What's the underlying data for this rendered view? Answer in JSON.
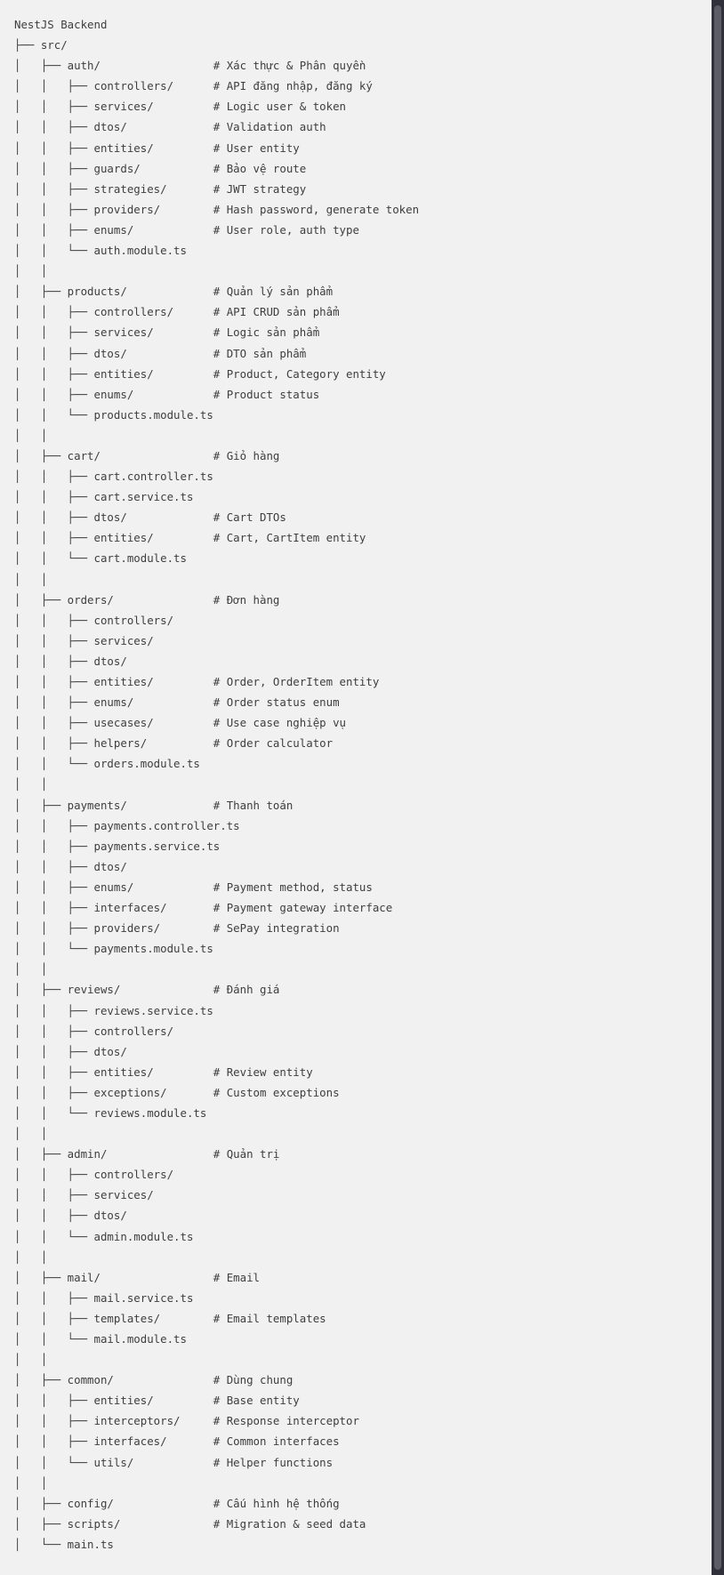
{
  "lines": [
    "NestJS Backend",
    "├── src/",
    "│   ├── auth/                 # Xác thực & Phân quyền",
    "│   │   ├── controllers/      # API đăng nhập, đăng ký",
    "│   │   ├── services/         # Logic user & token",
    "│   │   ├── dtos/             # Validation auth",
    "│   │   ├── entities/         # User entity",
    "│   │   ├── guards/           # Bảo vệ route",
    "│   │   ├── strategies/       # JWT strategy",
    "│   │   ├── providers/        # Hash password, generate token",
    "│   │   ├── enums/            # User role, auth type",
    "│   │   └── auth.module.ts",
    "│   │",
    "│   ├── products/             # Quản lý sản phẩm",
    "│   │   ├── controllers/      # API CRUD sản phẩm",
    "│   │   ├── services/         # Logic sản phẩm",
    "│   │   ├── dtos/             # DTO sản phẩm",
    "│   │   ├── entities/         # Product, Category entity",
    "│   │   ├── enums/            # Product status",
    "│   │   └── products.module.ts",
    "│   │",
    "│   ├── cart/                 # Giỏ hàng",
    "│   │   ├── cart.controller.ts",
    "│   │   ├── cart.service.ts",
    "│   │   ├── dtos/             # Cart DTOs",
    "│   │   ├── entities/         # Cart, CartItem entity",
    "│   │   └── cart.module.ts",
    "│   │",
    "│   ├── orders/               # Đơn hàng",
    "│   │   ├── controllers/",
    "│   │   ├── services/",
    "│   │   ├── dtos/",
    "│   │   ├── entities/         # Order, OrderItem entity",
    "│   │   ├── enums/            # Order status enum",
    "│   │   ├── usecases/         # Use case nghiệp vụ",
    "│   │   ├── helpers/          # Order calculator",
    "│   │   └── orders.module.ts",
    "│   │",
    "│   ├── payments/             # Thanh toán",
    "│   │   ├── payments.controller.ts",
    "│   │   ├── payments.service.ts",
    "│   │   ├── dtos/",
    "│   │   ├── enums/            # Payment method, status",
    "│   │   ├── interfaces/       # Payment gateway interface",
    "│   │   ├── providers/        # SePay integration",
    "│   │   └── payments.module.ts",
    "│   │",
    "│   ├── reviews/              # Đánh giá",
    "│   │   ├── reviews.service.ts",
    "│   │   ├── controllers/",
    "│   │   ├── dtos/",
    "│   │   ├── entities/         # Review entity",
    "│   │   ├── exceptions/       # Custom exceptions",
    "│   │   └── reviews.module.ts",
    "│   │",
    "│   ├── admin/                # Quản trị",
    "│   │   ├── controllers/",
    "│   │   ├── services/",
    "│   │   ├── dtos/",
    "│   │   └── admin.module.ts",
    "│   │",
    "│   ├── mail/                 # Email",
    "│   │   ├── mail.service.ts",
    "│   │   ├── templates/        # Email templates",
    "│   │   └── mail.module.ts",
    "│   │",
    "│   ├── common/               # Dùng chung",
    "│   │   ├── entities/         # Base entity",
    "│   │   ├── interceptors/     # Response interceptor",
    "│   │   ├── interfaces/       # Common interfaces",
    "│   │   └── utils/            # Helper functions",
    "│   │",
    "│   ├── config/               # Cấu hình hệ thống",
    "│   ├── scripts/              # Migration & seed data",
    "│   └── main.ts"
  ]
}
